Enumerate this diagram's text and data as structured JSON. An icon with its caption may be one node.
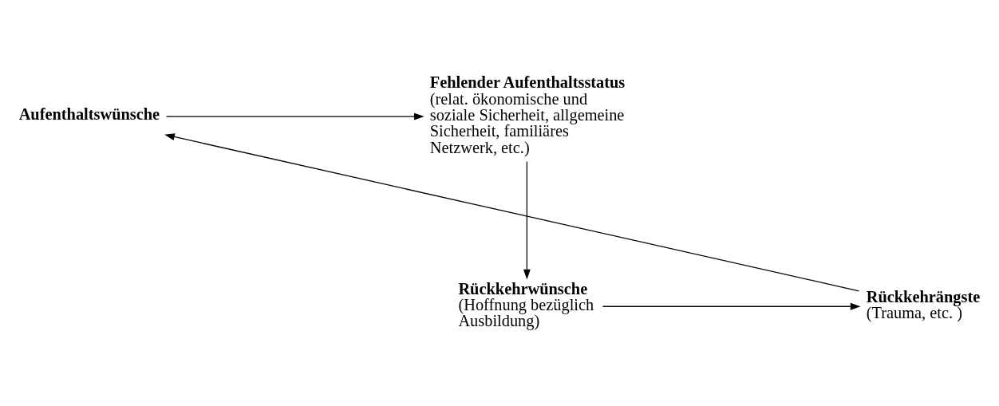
{
  "diagram": {
    "nodes": [
      {
        "text": [
          "Fehlender Aufenthaltsstatus",
          "(relat. ökonomische und soziale Sicherheit, allgemeine Sicherheit, familiäres Netzwerk, etc.)"
        ]
      },
      {
        "text": [
          "Aufenthaltswünsche"
        ]
      },
      {
        "text": [
          "Rückkehrwünsche",
          "(Hoffnung bezüglich Ausbildung)"
        ]
      },
      {
        "text": [
          "Rückkehrängste",
          "(Trauma, etc. )"
        ]
      }
    ],
    "edges": [
      {
        "from": 3,
        "to": 1,
        "arrow": "to"
      },
      {
        "from": 1,
        "to": 0,
        "arrow": "to"
      },
      {
        "from": 0,
        "to": 2,
        "arrow": "to"
      },
      {
        "from": 2,
        "to": 3,
        "arrow": "to"
      }
    ]
  }
}
